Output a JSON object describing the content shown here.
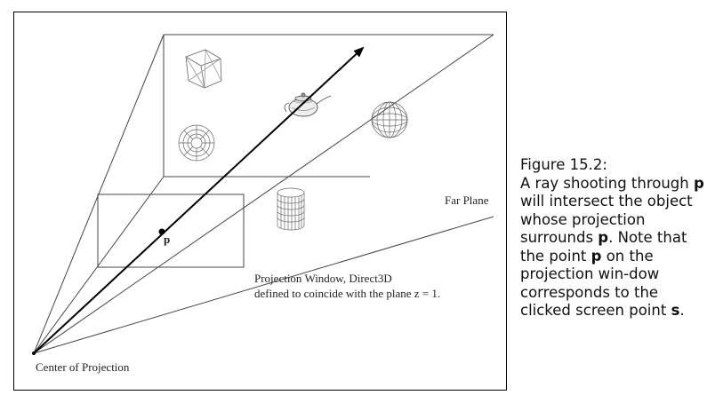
{
  "diagram": {
    "labels": {
      "far_plane": "Far Plane",
      "point": "p",
      "window_line1": "Projection Window, Direct3D",
      "window_line2": "defined to coincide with the plane z = 1.",
      "center": "Center of Projection"
    }
  },
  "caption": {
    "title": "Figure 15.2:",
    "t1": "A ray shooting through ",
    "b1": "p",
    "t2": " will intersect the object whose projection surrounds ",
    "b2": "p",
    "t3": ". Note that the point ",
    "b3": "p",
    "t4": " on the projection win-dow corresponds to the clicked screen point ",
    "b4": "s",
    "t5": "."
  }
}
